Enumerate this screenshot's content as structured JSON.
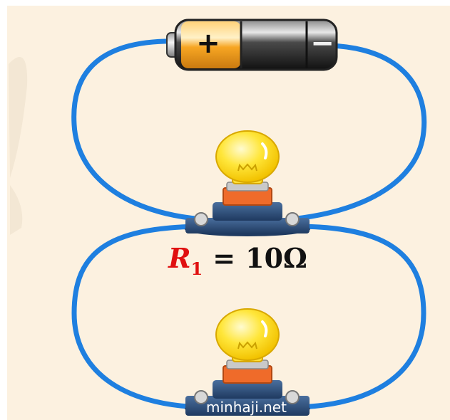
{
  "formula": {
    "symbol": "R",
    "subscript": "1",
    "operator": "=",
    "value": "10Ω"
  },
  "battery": {
    "plus_sign": "+",
    "minus_sign": "−"
  },
  "watermark": "minhaji.net",
  "colors": {
    "background": "#fcf1e0",
    "wire": "#1e7fe0",
    "bulb": "#ffe13a",
    "socket": "#ef6b2a",
    "base": "#2e4f7a",
    "battery_body": "#2b2b2b",
    "battery_positive_band": "#f7a623",
    "label_red": "#e01010"
  }
}
